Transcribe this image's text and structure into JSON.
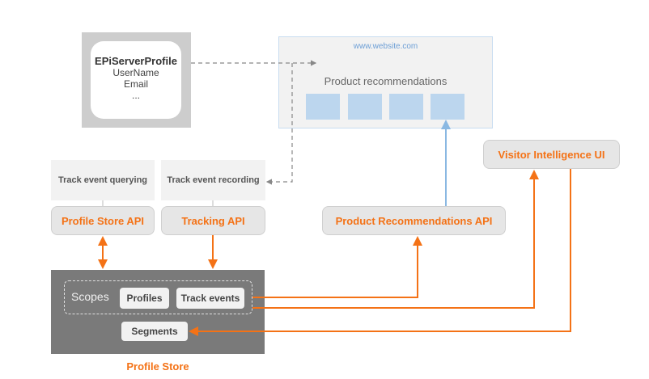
{
  "profile": {
    "title": "EPiServerProfile",
    "fields": [
      "UserName",
      "Email",
      "..."
    ]
  },
  "website": {
    "url": "www.website.com",
    "section_label": "Product recommendations",
    "recommendation_tile_count": 4
  },
  "track_boxes": {
    "querying": "Track event querying",
    "recording": "Track event recording"
  },
  "apis": {
    "profile_store_api": "Profile Store API",
    "tracking_api": "Tracking API",
    "product_recommendations_api": "Product Recommendations API",
    "visitor_intelligence_ui": "Visitor Intelligence UI"
  },
  "store": {
    "scopes_label": "Scopes",
    "profiles": "Profiles",
    "track_events": "Track events",
    "segments": "Segments",
    "title": "Profile Store"
  },
  "colors": {
    "accent_orange": "#f47216",
    "link_blue": "#8ab8e2",
    "dashed_gray": "#888888"
  }
}
